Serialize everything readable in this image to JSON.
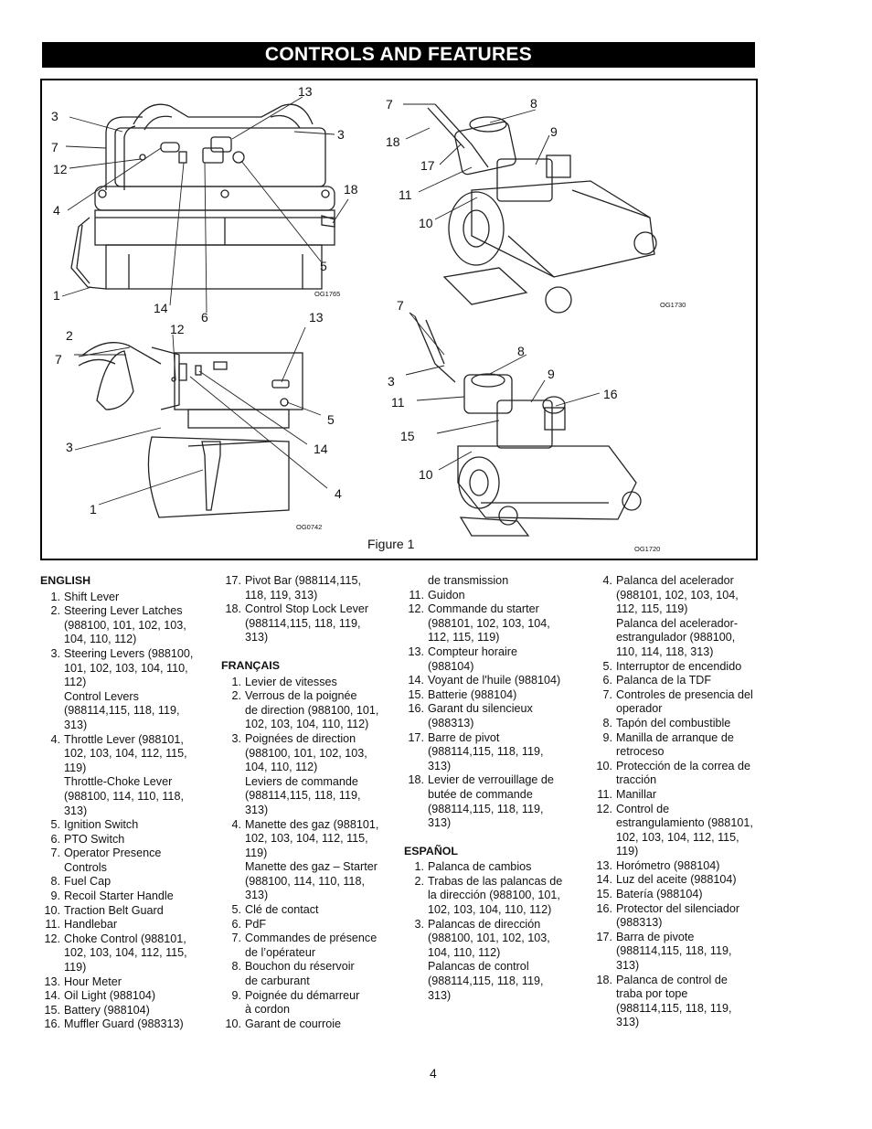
{
  "header": {
    "title": "CONTROLS AND FEATURES"
  },
  "figure": {
    "caption": "Figure 1",
    "codes": {
      "top_left": "OG1765",
      "top_right": "OG1730",
      "bottom_left": "OG0742",
      "bottom_right": "OG1720"
    },
    "callouts": {
      "tl_3a": "3",
      "tl_7": "7",
      "tl_12": "12",
      "tl_4": "4",
      "tl_1": "1",
      "tl_13": "13",
      "tl_3b": "3",
      "tl_18": "18",
      "tl_5": "5",
      "tl_14": "14",
      "tl_6": "6",
      "tr_7": "7",
      "tr_8": "8",
      "tr_9": "9",
      "tr_18": "18",
      "tr_17": "17",
      "tr_11": "11",
      "tr_10": "10",
      "bl_2": "2",
      "bl_7": "7",
      "bl_12": "12",
      "bl_13": "13",
      "bl_5": "5",
      "bl_14": "14",
      "bl_3": "3",
      "bl_4": "4",
      "bl_1": "1",
      "br_7": "7",
      "br_8": "8",
      "br_9": "9",
      "br_16": "16",
      "br_3": "3",
      "br_11": "11",
      "br_15": "15",
      "br_10": "10"
    }
  },
  "columns": {
    "col1": [
      {
        "type": "head",
        "text": "ENGLISH"
      },
      {
        "type": "item",
        "num": "1.",
        "text": "Shift Lever"
      },
      {
        "type": "item",
        "num": "2.",
        "text": "Steering Lever Latches"
      },
      {
        "type": "cont",
        "text": "(988100, 101, 102, 103,"
      },
      {
        "type": "cont",
        "text": "104, 110, 112)"
      },
      {
        "type": "item",
        "num": "3.",
        "text": "Steering Levers (988100,"
      },
      {
        "type": "cont",
        "text": "101, 102, 103, 104, 110,"
      },
      {
        "type": "cont",
        "text": "112)"
      },
      {
        "type": "cont",
        "text": "Control Levers"
      },
      {
        "type": "cont",
        "text": "(988114,115, 118, 119,"
      },
      {
        "type": "cont",
        "text": "313)"
      },
      {
        "type": "item",
        "num": "4.",
        "text": "Throttle Lever (988101,"
      },
      {
        "type": "cont",
        "text": "102, 103, 104, 112, 115,"
      },
      {
        "type": "cont",
        "text": "119)"
      },
      {
        "type": "cont",
        "text": "Throttle-Choke Lever"
      },
      {
        "type": "cont",
        "text": "(988100, 114, 110, 118,"
      },
      {
        "type": "cont",
        "text": "313)"
      },
      {
        "type": "item",
        "num": "5.",
        "text": "Ignition Switch"
      },
      {
        "type": "item",
        "num": "6.",
        "text": "PTO Switch"
      },
      {
        "type": "item",
        "num": "7.",
        "text": "Operator Presence"
      },
      {
        "type": "cont",
        "text": "Controls"
      },
      {
        "type": "item",
        "num": "8.",
        "text": "Fuel Cap"
      },
      {
        "type": "item",
        "num": "9.",
        "text": "Recoil Starter Handle"
      },
      {
        "type": "item",
        "num": "10.",
        "text": "Traction Belt Guard"
      },
      {
        "type": "item",
        "num": "11.",
        "text": "Handlebar"
      },
      {
        "type": "item",
        "num": "12.",
        "text": "Choke Control (988101,"
      },
      {
        "type": "cont",
        "text": "102, 103, 104, 112, 115,"
      },
      {
        "type": "cont",
        "text": "119)"
      },
      {
        "type": "item",
        "num": "13.",
        "text": "Hour Meter"
      },
      {
        "type": "item",
        "num": "14.",
        "text": "Oil Light (988104)"
      },
      {
        "type": "item",
        "num": "15.",
        "text": "Battery (988104)"
      },
      {
        "type": "item",
        "num": "16.",
        "text": "Muffler Guard (988313)"
      }
    ],
    "col2": [
      {
        "type": "item",
        "num": "17.",
        "text": "Pivot Bar (988114,115,"
      },
      {
        "type": "cont",
        "text": "118, 119, 313)"
      },
      {
        "type": "item",
        "num": "18.",
        "text": "Control Stop Lock Lever"
      },
      {
        "type": "cont",
        "text": "(988114,115, 118, 119,"
      },
      {
        "type": "cont",
        "text": "313)"
      },
      {
        "type": "headgap",
        "text": "FRANÇAIS"
      },
      {
        "type": "item",
        "num": "1.",
        "text": "Levier de vitesses"
      },
      {
        "type": "item",
        "num": "2.",
        "text": "Verrous de la poignée"
      },
      {
        "type": "cont",
        "text": "de direction (988100, 101,"
      },
      {
        "type": "cont",
        "text": "102, 103, 104, 110, 112)"
      },
      {
        "type": "item",
        "num": "3.",
        "text": "Poignées de direction"
      },
      {
        "type": "cont",
        "text": "(988100, 101, 102, 103,"
      },
      {
        "type": "cont",
        "text": "104, 110, 112)"
      },
      {
        "type": "cont",
        "text": "Leviers de commande"
      },
      {
        "type": "cont",
        "text": "(988114,115, 118, 119,"
      },
      {
        "type": "cont",
        "text": "313)"
      },
      {
        "type": "item",
        "num": "4.",
        "text": "Manette des gaz (988101,"
      },
      {
        "type": "cont",
        "text": "102, 103, 104, 112, 115,"
      },
      {
        "type": "cont",
        "text": "119)"
      },
      {
        "type": "cont",
        "text": "Manette des gaz – Starter"
      },
      {
        "type": "cont",
        "text": "(988100, 114, 110, 118,"
      },
      {
        "type": "cont",
        "text": "313)"
      },
      {
        "type": "item",
        "num": "5.",
        "text": "Clé de contact"
      },
      {
        "type": "item",
        "num": "6.",
        "text": "PdF"
      },
      {
        "type": "item",
        "num": "7.",
        "text": "Commandes de présence"
      },
      {
        "type": "cont",
        "text": "de l’opérateur"
      },
      {
        "type": "item",
        "num": "8.",
        "text": "Bouchon du réservoir"
      },
      {
        "type": "cont",
        "text": "de carburant"
      },
      {
        "type": "item",
        "num": "9.",
        "text": "Poignée du démarreur"
      },
      {
        "type": "cont",
        "text": "à cordon"
      },
      {
        "type": "item",
        "num": "10.",
        "text": "Garant de courroie"
      }
    ],
    "col3": [
      {
        "type": "cont",
        "text": "de transmission"
      },
      {
        "type": "item",
        "num": "11.",
        "text": "Guidon"
      },
      {
        "type": "item",
        "num": "12.",
        "text": "Commande du starter"
      },
      {
        "type": "cont",
        "text": "(988101, 102, 103, 104,"
      },
      {
        "type": "cont",
        "text": "112, 115, 119)"
      },
      {
        "type": "item",
        "num": "13.",
        "text": "Compteur horaire"
      },
      {
        "type": "cont",
        "text": "(988104)"
      },
      {
        "type": "item",
        "num": "14.",
        "text": "Voyant de l'huile (988104)"
      },
      {
        "type": "item",
        "num": "15.",
        "text": "Batterie (988104)"
      },
      {
        "type": "item",
        "num": "16.",
        "text": "Garant du silencieux"
      },
      {
        "type": "cont",
        "text": "(988313)"
      },
      {
        "type": "item",
        "num": "17.",
        "text": "Barre de pivot"
      },
      {
        "type": "cont",
        "text": "(988114,115, 118, 119,"
      },
      {
        "type": "cont",
        "text": "313)"
      },
      {
        "type": "item",
        "num": "18.",
        "text": "Levier de verrouillage de"
      },
      {
        "type": "cont",
        "text": "butée de commande"
      },
      {
        "type": "cont",
        "text": "(988114,115, 118, 119,"
      },
      {
        "type": "cont",
        "text": "313)"
      },
      {
        "type": "headgap",
        "text": "ESPAÑOL"
      },
      {
        "type": "item",
        "num": "1.",
        "text": "Palanca de cambios"
      },
      {
        "type": "item",
        "num": "2.",
        "text": "Trabas de las palancas de"
      },
      {
        "type": "cont",
        "text": "la dirección (988100, 101,"
      },
      {
        "type": "cont",
        "text": "102, 103, 104, 110, 112)"
      },
      {
        "type": "item",
        "num": "3.",
        "text": "Palancas de dirección"
      },
      {
        "type": "cont",
        "text": "(988100, 101, 102, 103,"
      },
      {
        "type": "cont",
        "text": "104, 110, 112)"
      },
      {
        "type": "cont",
        "text": "Palancas de control"
      },
      {
        "type": "cont",
        "text": "(988114,115, 118, 119,"
      },
      {
        "type": "cont",
        "text": "313)"
      }
    ],
    "col4": [
      {
        "type": "item",
        "num": "4.",
        "text": "Palanca del acelerador"
      },
      {
        "type": "cont",
        "text": "(988101, 102, 103, 104,"
      },
      {
        "type": "cont",
        "text": "112, 115, 119)"
      },
      {
        "type": "cont",
        "text": "Palanca del acelerador-"
      },
      {
        "type": "cont",
        "text": "estrangulador (988100,"
      },
      {
        "type": "cont",
        "text": "110, 114, 118, 313)"
      },
      {
        "type": "item",
        "num": "5.",
        "text": "Interruptor de encendido"
      },
      {
        "type": "item",
        "num": "6.",
        "text": "Palanca de la TDF"
      },
      {
        "type": "item",
        "num": "7.",
        "text": "Controles de presencia del"
      },
      {
        "type": "cont",
        "text": "operador"
      },
      {
        "type": "item",
        "num": "8.",
        "text": "Tapón del combustible"
      },
      {
        "type": "item",
        "num": "9.",
        "text": "Manilla de arranque de"
      },
      {
        "type": "cont",
        "text": "retroceso"
      },
      {
        "type": "item",
        "num": "10.",
        "text": "Protección de la correa de"
      },
      {
        "type": "cont",
        "text": "tracción"
      },
      {
        "type": "item",
        "num": "11.",
        "text": "Manillar"
      },
      {
        "type": "item",
        "num": "12.",
        "text": "Control de"
      },
      {
        "type": "cont",
        "text": "estrangulamiento (988101,"
      },
      {
        "type": "cont",
        "text": "102, 103, 104, 112, 115,"
      },
      {
        "type": "cont",
        "text": "119)"
      },
      {
        "type": "item",
        "num": "13.",
        "text": "Horómetro (988104)"
      },
      {
        "type": "item",
        "num": "14.",
        "text": "Luz del aceite (988104)"
      },
      {
        "type": "item",
        "num": "15.",
        "text": "Batería (988104)"
      },
      {
        "type": "item",
        "num": "16.",
        "text": "Protector del silenciador"
      },
      {
        "type": "cont",
        "text": "(988313)"
      },
      {
        "type": "item",
        "num": "17.",
        "text": "Barra de pivote"
      },
      {
        "type": "cont",
        "text": "(988114,115, 118, 119,"
      },
      {
        "type": "cont",
        "text": "313)"
      },
      {
        "type": "item",
        "num": "18.",
        "text": "Palanca de control de"
      },
      {
        "type": "cont",
        "text": "traba por tope"
      },
      {
        "type": "cont",
        "text": "(988114,115, 118, 119,"
      },
      {
        "type": "cont",
        "text": "313)"
      }
    ]
  },
  "footer": {
    "page_number": "4"
  }
}
